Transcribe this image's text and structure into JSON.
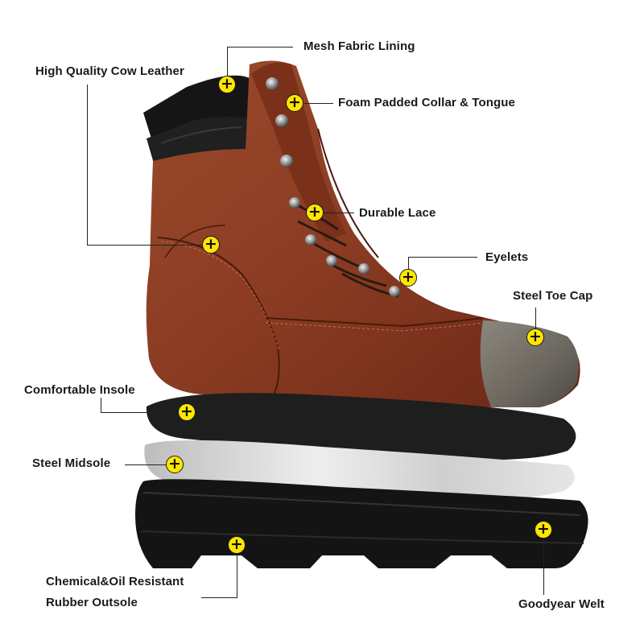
{
  "callouts": {
    "mesh_lining": "Mesh Fabric Lining",
    "cow_leather": "High Quality Cow Leather",
    "collar_tongue": "Foam Padded Collar & Tongue",
    "lace": "Durable Lace",
    "eyelets": "Eyelets",
    "toe_cap": "Steel Toe Cap",
    "insole": "Comfortable Insole",
    "midsole": "Steel Midsole",
    "outsole_line1": "Chemical&Oil Resistant",
    "outsole_line2": "Rubber Outsole",
    "welt": "Goodyear Welt"
  },
  "marker_glyph": "+",
  "colors": {
    "leather": "#8a3b22",
    "leather_dark": "#5a2012",
    "collar": "#151515",
    "toe_cap": "#6e6a63",
    "insole": "#1e1e1e",
    "midsole": "#c9c9c9",
    "outsole": "#141414",
    "marker": "#ffe600"
  }
}
